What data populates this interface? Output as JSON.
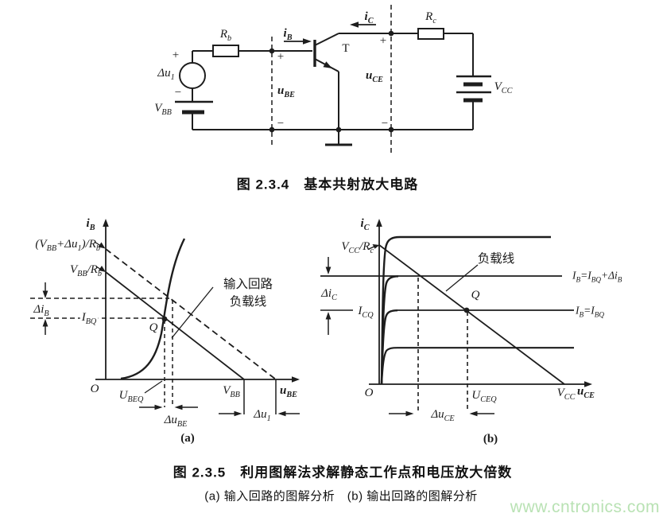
{
  "ink_color": "#1d1d1d",
  "watermark": {
    "text": "www.cntronics.com",
    "color": "#b9e2b4"
  },
  "figure1": {
    "caption": "图 2.3.4　基本共射放大电路",
    "labels": {
      "rb": "R_{b}",
      "rc": "R_{c}",
      "ib": "i_{B}",
      "ic": "i_{C}",
      "ube": "u_{BE}",
      "uce": "u_{CE}",
      "du1": "Δu_{1}",
      "vbb": "V_{BB}",
      "vcc": "V_{CC}",
      "transistor": "T",
      "plus": "+",
      "minus": "−"
    }
  },
  "graph_a": {
    "labels": {
      "y_axis": "i_{B}",
      "intercept_top": "(V_{BB}+Δu_{1})/R_{b}",
      "intercept_mid": "V_{BB}/R_{b}",
      "delta_ib": "Δi_{B}",
      "ibq": "I_{BQ}",
      "q": "Q",
      "ann_line1": "输入回路",
      "ann_line2": "负载线",
      "origin": "O",
      "ubeq": "U_{BEQ}",
      "dube": "Δu_{BE}",
      "vbb": "V_{BB}",
      "du1": "Δu_{1}",
      "x_axis": "u_{BE}",
      "tag": "(a)"
    }
  },
  "graph_b": {
    "labels": {
      "y_axis": "i_{C}",
      "intercept": "V_{CC}/R_{c}",
      "delta_ic": "Δi_{C}",
      "icq": "I_{CQ}",
      "loadline": "负载线",
      "q": "Q",
      "curve_top": "I_{B}=I_{BQ}+Δi_{B}",
      "curve_mid": "I_{B}=I_{BQ}",
      "origin": "O",
      "uceq": "U_{CEQ}",
      "duce": "Δu_{CE}",
      "vcc": "V_{CC}",
      "x_axis": "u_{CE}",
      "tag": "(b)"
    }
  },
  "figure2": {
    "caption": "图 2.3.5　利用图解法求解静态工作点和电压放大倍数",
    "subcaption": "(a) 输入回路的图解分析　(b) 输出回路的图解分析"
  }
}
